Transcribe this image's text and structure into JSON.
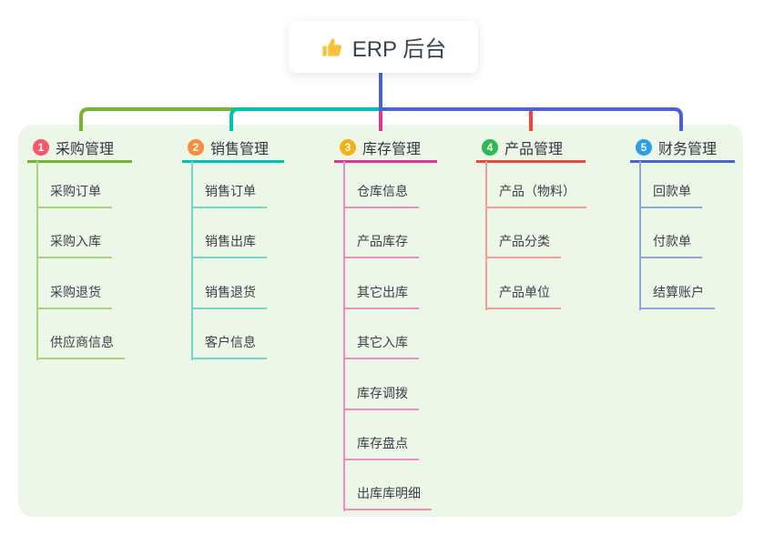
{
  "root": {
    "title": "ERP 后台",
    "icon": "thumbs-up-icon",
    "stem_color": "#4c61d4"
  },
  "canvas": {
    "background": "#ffffff",
    "panel_background": "#ecf7e7"
  },
  "branches": [
    {
      "badge": "1",
      "label": "采购管理",
      "badge_color": "#f8566b",
      "line_color": "#76b62f",
      "light_color": "#a9d47f",
      "children": [
        "采购订单",
        "采购入库",
        "采购退货",
        "供应商信息"
      ]
    },
    {
      "badge": "2",
      "label": "销售管理",
      "badge_color": "#fa8c3c",
      "line_color": "#00bfb3",
      "light_color": "#6fd8cc",
      "children": [
        "销售订单",
        "销售出库",
        "销售退货",
        "客户信息"
      ]
    },
    {
      "badge": "3",
      "label": "库存管理",
      "badge_color": "#f9b017",
      "line_color": "#e0368f",
      "light_color": "#f08cc4",
      "children": [
        "仓库信息",
        "产品库存",
        "其它出库",
        "其它入库",
        "库存调拨",
        "库存盘点",
        "出库库明细"
      ]
    },
    {
      "badge": "4",
      "label": "产品管理",
      "badge_color": "#2eb951",
      "line_color": "#ef4440",
      "light_color": "#f79d97",
      "children": [
        "产品（物料）",
        "产品分类",
        "产品单位"
      ]
    },
    {
      "badge": "5",
      "label": "财务管理",
      "badge_color": "#2d9fe8",
      "line_color": "#4c61d4",
      "light_color": "#94a5dd",
      "children": [
        "回款单",
        "付款单",
        "结算账户"
      ]
    }
  ]
}
